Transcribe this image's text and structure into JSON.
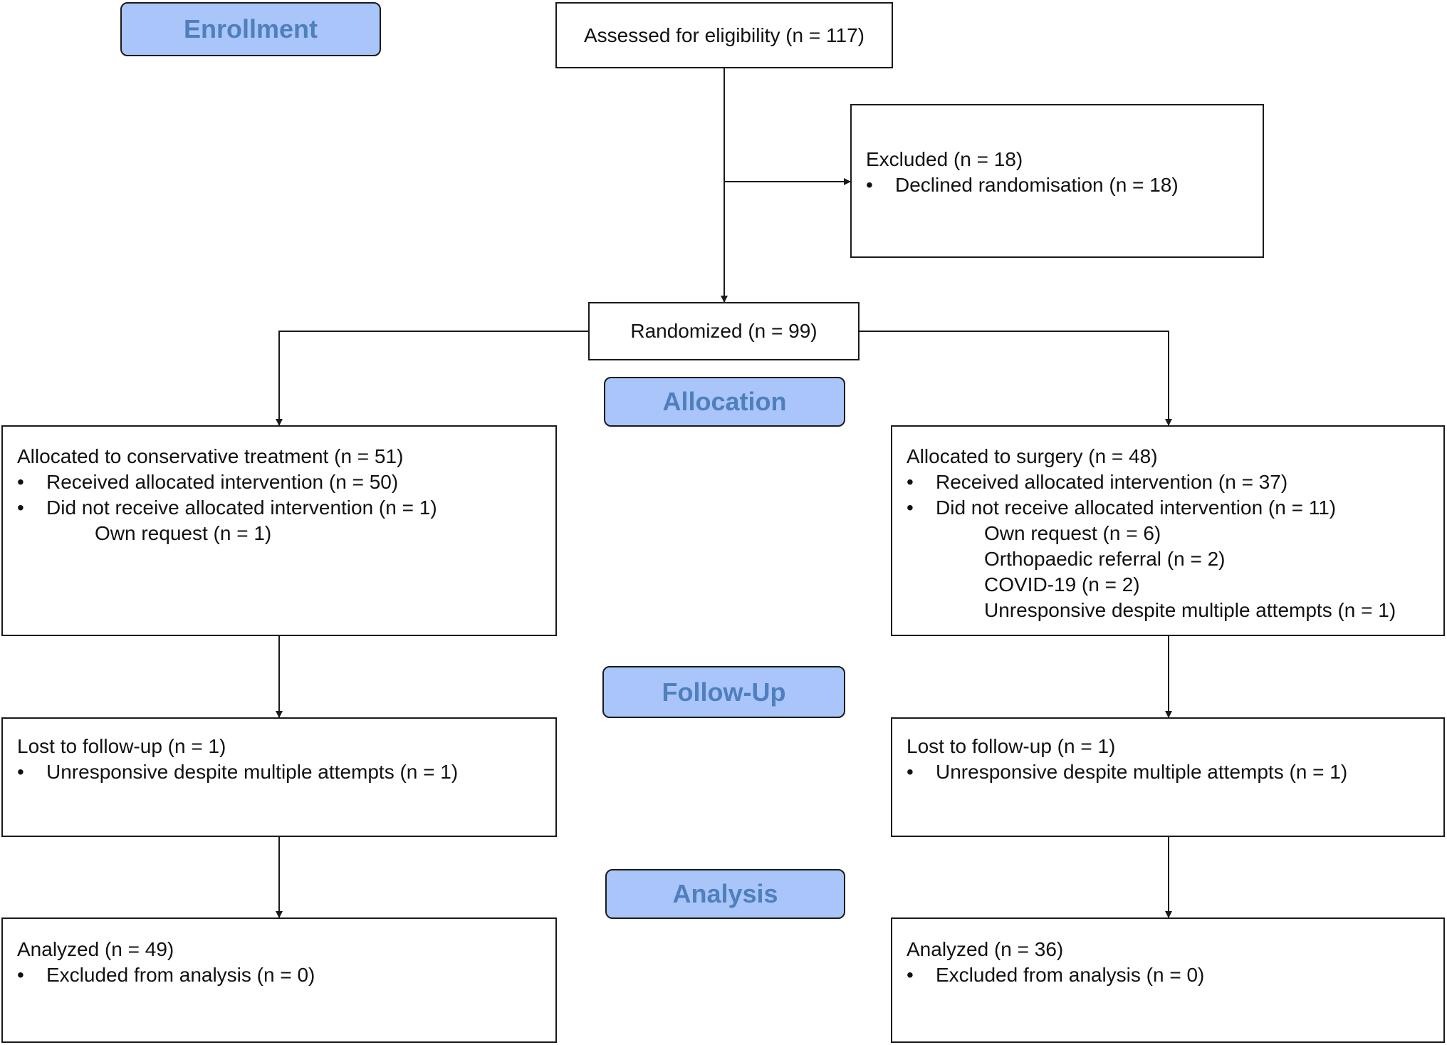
{
  "colors": {
    "stage_fill": "#a9c5fa",
    "stage_text": "#4f7fbd",
    "stroke": "#1a1a1a"
  },
  "stages": {
    "enrollment": "Enrollment",
    "allocation": "Allocation",
    "follow_up": "Follow-Up",
    "analysis": "Analysis"
  },
  "assessed": "Assessed for eligibility (n = 117)",
  "excluded": {
    "title": "Excluded  (n = 18)",
    "items": [
      "Declined randomisation (n = 18)"
    ]
  },
  "randomized": "Randomized (n = 99)",
  "bullet_char": "•",
  "conservative": {
    "allocation": {
      "title": "Allocated to conservative treatment (n = 51)",
      "items": [
        "Received allocated intervention (n = 50)",
        "Did not receive allocated intervention (n = 1)"
      ],
      "reasons": [
        "Own request (n = 1)"
      ]
    },
    "follow_up": {
      "title": "Lost to follow-up (n = 1)",
      "items": [
        "Unresponsive despite multiple attempts (n = 1)"
      ]
    },
    "analysis": {
      "title": "Analyzed  (n = 49)",
      "items": [
        "Excluded from analysis (n = 0)"
      ]
    }
  },
  "surgery": {
    "allocation": {
      "title": "Allocated to surgery (n = 48)",
      "items": [
        "Received allocated intervention (n = 37)",
        "Did not receive allocated intervention (n = 11)"
      ],
      "reasons": [
        "Own request (n = 6)",
        "Orthopaedic referral (n = 2)",
        "COVID-19 (n = 2)",
        "Unresponsive despite multiple attempts (n = 1)"
      ]
    },
    "follow_up": {
      "title": "Lost to follow-up (n = 1)",
      "items": [
        "Unresponsive despite multiple attempts (n = 1)"
      ]
    },
    "analysis": {
      "title": "Analyzed  (n = 36)",
      "items": [
        "Excluded from analysis (n = 0)"
      ]
    }
  }
}
